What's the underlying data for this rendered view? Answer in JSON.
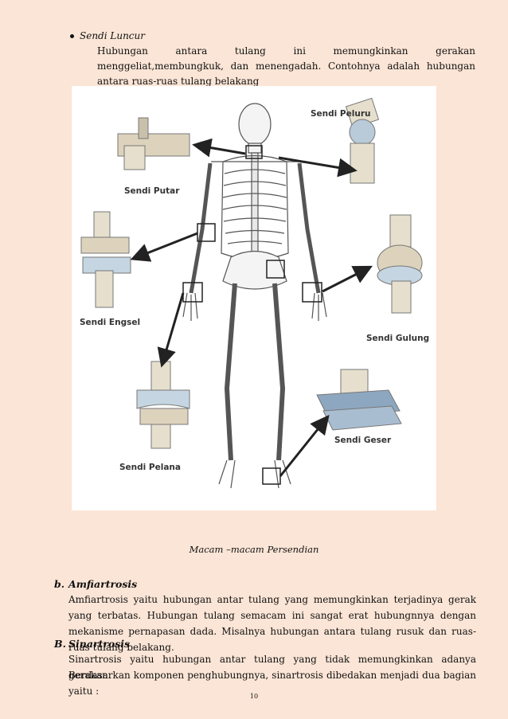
{
  "bullet": {
    "title": "Sendi Luncur",
    "text": "Hubungan antara tulang ini memungkinkan gerakan menggeliat,membungkuk, dan menengadah. Contohnya adalah hubungan antara ruas-ruas tulang belakang"
  },
  "figure": {
    "labels": {
      "putar": "Sendi Putar",
      "peluru": "Sendi Peluru",
      "engsel": "Sendi Engsel",
      "gulung": "Sendi Gulung",
      "pelana": "Sendi Pelana",
      "geser": "Sendi Geser"
    },
    "caption": "Macam –macam  Persendian"
  },
  "section_b": {
    "marker": "b.",
    "title": "Amfiartrosis",
    "text": "Amfiartrosis yaitu hubungan  antar tulang yang memungkinkan terjadinya gerak yang terbatas. Hubungan tulang semacam  ini  sangat erat hubungnnya dengan mekanisme pernapasan dada.  Misalnya  hubungan antara tulang rusuk dan ruas-ruas  tulang belakang."
  },
  "section_B": {
    "marker": "B.",
    "title": "Sinartrosis",
    "text1": "Sinartrosis  yaitu hubungan antar tulang  yang tidak  memungkinkan adanya gerakan.",
    "text2": "Berdasarkan komponen penghubungnya, sinartrosis dibedakan menjadi dua bagian yaitu  :"
  },
  "page_number": "10"
}
